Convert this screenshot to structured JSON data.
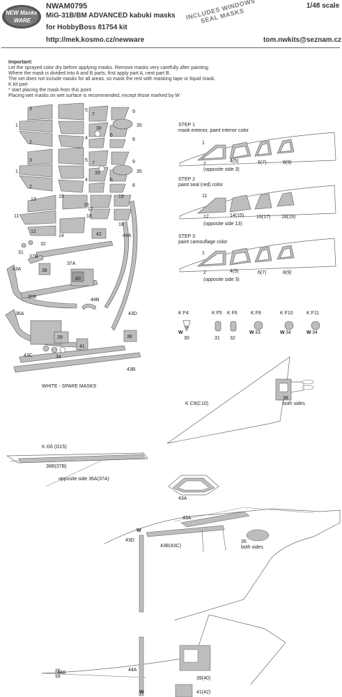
{
  "header": {
    "code": "NWAM0795",
    "scale": "1/48 scale",
    "title": "MiG-31B/BM ADVANCED kabuki masks",
    "subtitle": "for HobbyBoss 81754 kit",
    "url": "http://mek.kosmo.cz/newware",
    "email": "tom.nwkits@seznam.cz",
    "stamp_line1": "INCLUDES WINDOWS",
    "stamp_line2": "SEAL  MASKS",
    "logo_top": "NEW Masks",
    "logo_bottom": "WARE"
  },
  "instructions": [
    "Important:",
    "Let the sprayed color dry before applying masks. Remove masks very carefully after painting.",
    "Where the mask is divided into A and B parts, first apply part A, next part B.",
    "The set does not include masks for all areas, so mask the rest with masking tape or liquid mask.",
    "K kit part",
    "*  start placing the mask from this point",
    "Placing wet masks on wet surface is recommended, except those marked by W"
  ],
  "sheet": {
    "numbers": [
      "3",
      "5",
      "7",
      "9",
      "1",
      "30",
      "35",
      "2",
      "4",
      "6",
      "8",
      "3",
      "5",
      "7",
      "9",
      "1",
      "33",
      "35",
      "2",
      "4",
      "6",
      "8",
      "13",
      "15",
      "17",
      "19",
      "11",
      "16",
      "18",
      "12",
      "14",
      "42",
      "18",
      "44A",
      "31",
      "32",
      "37B",
      "43A",
      "38",
      "37A",
      "40",
      "44B",
      "36B",
      "36A",
      "43D",
      "39",
      "41",
      "38",
      "43C",
      "34",
      "43B"
    ],
    "footer": "WHITE - SPARE MASKS"
  },
  "steps": [
    {
      "title": "STEP 1",
      "desc": "mask exterior, paint interior color",
      "labels": [
        "1",
        "2",
        "4(5)",
        "6(7)",
        "8(9)"
      ],
      "note": "(opposite side 3)"
    },
    {
      "title": "STEP 2",
      "desc": "paint seal (red) color",
      "labels": [
        "11",
        "12",
        "14(15)",
        "16(17)",
        "18(19)"
      ],
      "note": "(opposite side 13)"
    },
    {
      "title": "STEP 3",
      "desc": "paint camouflage color",
      "labels": [
        "1",
        "2",
        "4(5)",
        "6(7)",
        "8(9)"
      ],
      "note": "(opposite side 3)"
    }
  ],
  "wheels": [
    {
      "kit": "K F4",
      "num": "30",
      "w": "W"
    },
    {
      "kit": "K F5",
      "num": "31",
      "w": ""
    },
    {
      "kit": "K F6",
      "num": "32",
      "w": ""
    },
    {
      "kit": "K F8",
      "num": "33",
      "w": "W"
    },
    {
      "kit": "K F10",
      "num": "34",
      "w": "W"
    },
    {
      "kit": "K F11",
      "num": "34",
      "w": "W"
    }
  ],
  "tail": {
    "kit": "K C9(C10)",
    "num": "38",
    "note": "both sides"
  },
  "fin": {
    "kit": "K G6 (G15)",
    "num": "36B(37B)",
    "note": "opposite side 36A(37A)"
  },
  "canopy": {
    "num": "43A"
  },
  "fuselage": {
    "labels": [
      "43A",
      "43D",
      "43B(43C)",
      "35",
      "both sides",
      "W"
    ]
  },
  "lower": {
    "labels": [
      "44B",
      "44A",
      "39(40)",
      "41(42)",
      "W"
    ]
  }
}
